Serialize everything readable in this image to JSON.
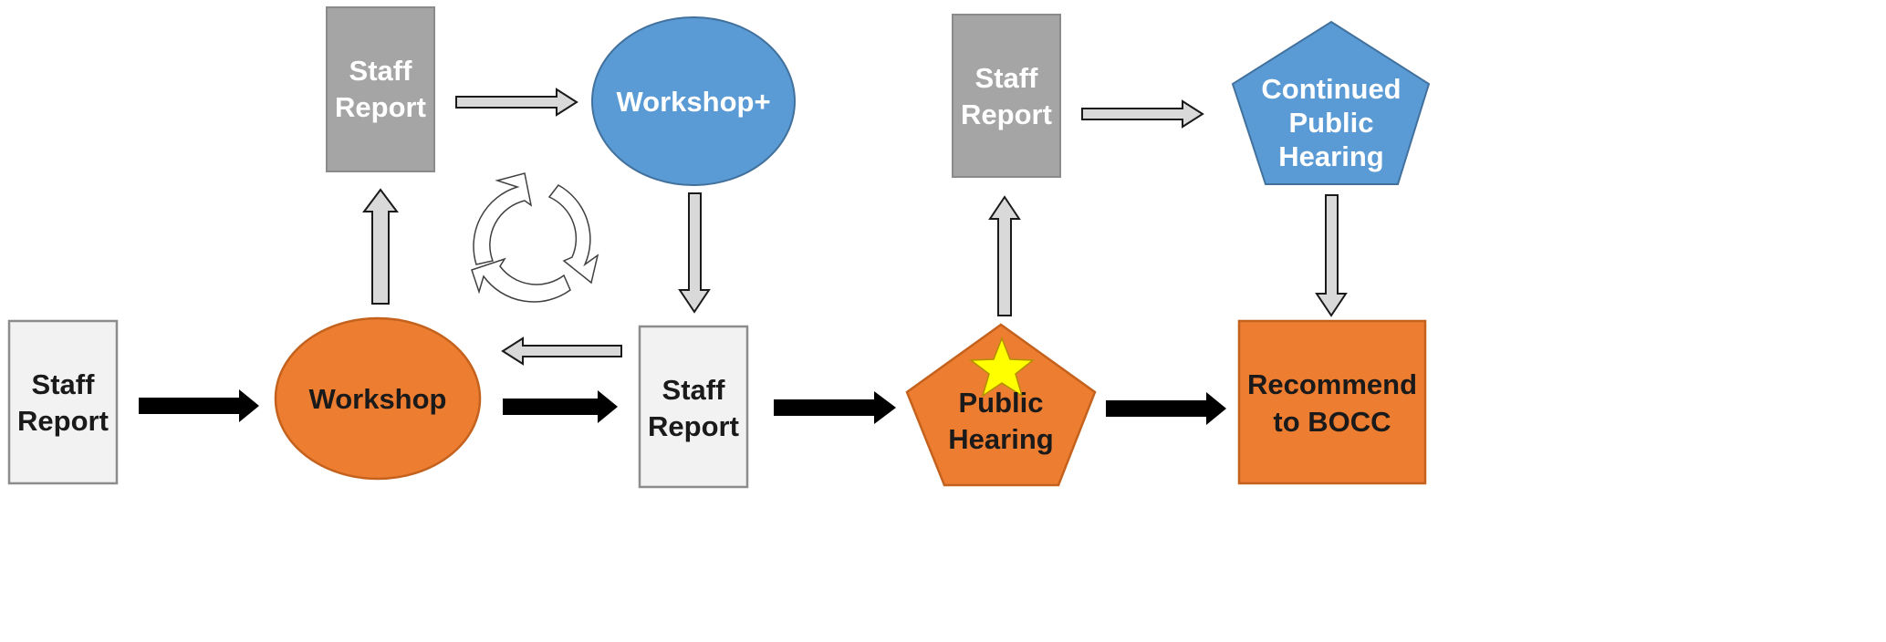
{
  "nodes": {
    "staff_report_start": {
      "line1": "Staff",
      "line2": "Report"
    },
    "workshop": {
      "label": "Workshop"
    },
    "staff_report_top_left": {
      "line1": "Staff",
      "line2": "Report"
    },
    "workshop_plus": {
      "label": "Workshop+"
    },
    "staff_report_middle": {
      "line1": "Staff",
      "line2": "Report"
    },
    "public_hearing": {
      "line1": "Public",
      "line2": "Hearing"
    },
    "staff_report_top_right": {
      "line1": "Staff",
      "line2": "Report"
    },
    "continued_public_hearing": {
      "line1": "Continued",
      "line2": "Public",
      "line3": "Hearing"
    },
    "recommend_to_bocc": {
      "line1": "Recommend",
      "line2": "to BOCC"
    }
  },
  "colors": {
    "orange": "#ED7D31",
    "blue": "#5B9BD5",
    "gray": "#A5A5A5",
    "light_gray": "#F2F2F2",
    "star": "#FFFF00",
    "arrow_black": "#000000"
  },
  "icons": {
    "cycle": "recycle-cycle-icon",
    "star": "star-icon"
  }
}
